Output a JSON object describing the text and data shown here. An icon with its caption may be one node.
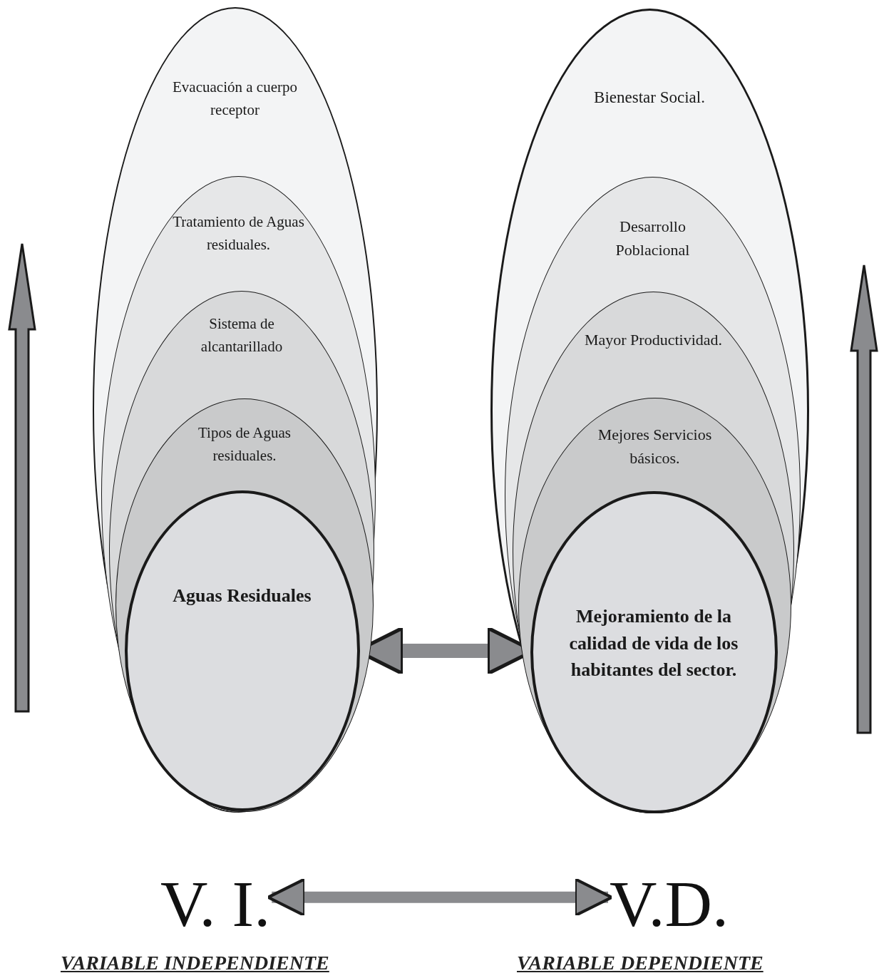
{
  "diagram": {
    "nodes": [
      {
        "text": [
          "Evacuación a cuerpo receptor"
        ]
      },
      {
        "text": [
          "Tratamiento de Aguas residuales."
        ],
        "in": 0
      },
      {
        "text": [
          "Sistema de alcantarillado"
        ],
        "in": 1
      },
      {
        "text": [
          "Tipos de Aguas residuales."
        ],
        "in": 2
      },
      {
        "text": [
          "Aguas Residuales"
        ],
        "in": 3
      },
      {
        "text": [
          "Bienestar Social."
        ]
      },
      {
        "text": [
          "Desarrollo Poblacional"
        ],
        "in": 5
      },
      {
        "text": [
          "Mayor Productividad."
        ],
        "in": 6
      },
      {
        "text": [
          "Mejores Servicios básicos."
        ],
        "in": 7
      },
      {
        "text": [
          "Mejoramiento de la calidad de vida de los habitantes del sector."
        ],
        "in": 8
      },
      {
        "text": [
          "V. I."
        ],
        "beside": [
          "VARIABLE INDEPENDIENTE"
        ]
      },
      {
        "text": [
          "V.D."
        ],
        "beside": [
          "VARIABLE DEPENDIENTE"
        ]
      }
    ],
    "edges": [
      {
        "from": 4,
        "to": 9,
        "arrow": "both"
      },
      {
        "from": 10,
        "to": 11,
        "arrow": "both"
      }
    ]
  }
}
